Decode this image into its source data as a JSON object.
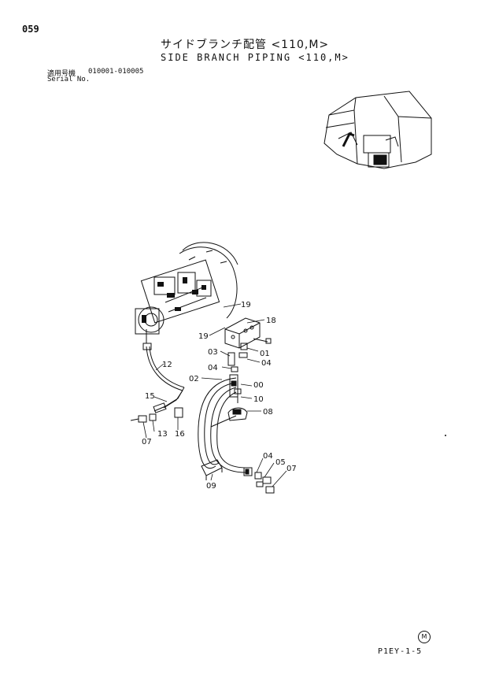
{
  "header": {
    "page_number": "059",
    "title_jp": "サイドブランチ配管 <110,M>",
    "title_en": "SIDE BRANCH PIPING <110,M>",
    "serial_label_jp": "適用号機",
    "serial_range": "010001-010005",
    "serial_label_en": "Serial No."
  },
  "callouts": {
    "c19a": "19",
    "c18": "18",
    "c19b": "19",
    "c03": "03",
    "c01": "01",
    "c04a": "04",
    "c04b": "04",
    "c12": "12",
    "c02": "02",
    "c00": "00",
    "c10": "10",
    "c15": "15",
    "c08": "08",
    "c13": "13",
    "c16": "16",
    "c07a": "07",
    "c04c": "04",
    "c05": "05",
    "c07b": "07",
    "c09": "09"
  },
  "footer": {
    "mark": "M",
    "code": "P1EY-1-5"
  }
}
